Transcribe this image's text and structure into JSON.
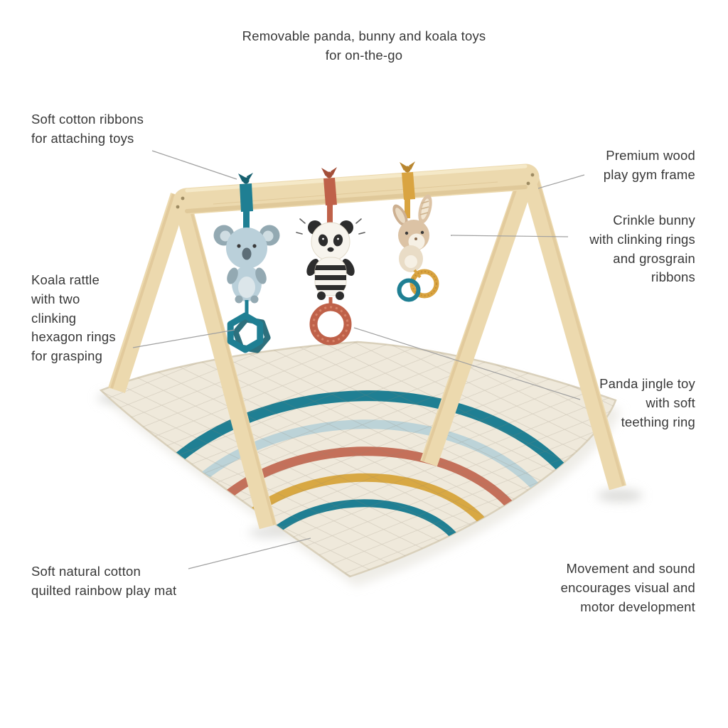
{
  "labels": {
    "top": "Removable panda, bunny and koala toys\nfor on-the-go",
    "ribbons": "Soft cotton ribbons\nfor attaching toys",
    "frame": "Premium wood\nplay gym frame",
    "bunny": "Crinkle bunny\nwith clinking rings\nand grosgrain\nribbons",
    "koala": "Koala rattle\nwith two\nclinking\nhexagon rings\nfor grasping",
    "panda": "Panda jingle toy\nwith soft\nteething ring",
    "mat": "Soft natural cotton\nquilted rainbow play mat",
    "movement": "Movement and sound\nencourages visual and\nmotor development"
  },
  "illustration": {
    "items": [
      "wood-play-gym-frame",
      "koala-rattle-toy",
      "panda-jingle-toy",
      "crinkle-bunny-toy",
      "rainbow-quilted-play-mat"
    ]
  },
  "colors": {
    "wood": "#ecd9ae",
    "wood_dark": "#d6ba87",
    "wood_light": "#f6ebcb",
    "teal": "#1f7f93",
    "teal_dark": "#16606f",
    "rust": "#bf6149",
    "rust_dark": "#a34e38",
    "mustard": "#d9a441",
    "mustard_dark": "#b8862f",
    "light_blue": "#bcd3d8",
    "mat_rust": "#c4705a",
    "mat_mustard": "#d8a843",
    "koala_blue": "#bad0da",
    "koala_gray": "#93a9b2",
    "mat_cream": "#efe9db",
    "mat_edge": "#d9d0bb",
    "panda_white": "#f7f4ed",
    "panda_black": "#2d2d2d",
    "bunny_tan": "#dcc3a5",
    "line_gray": "#a0a0a0",
    "ink": "#383838"
  }
}
